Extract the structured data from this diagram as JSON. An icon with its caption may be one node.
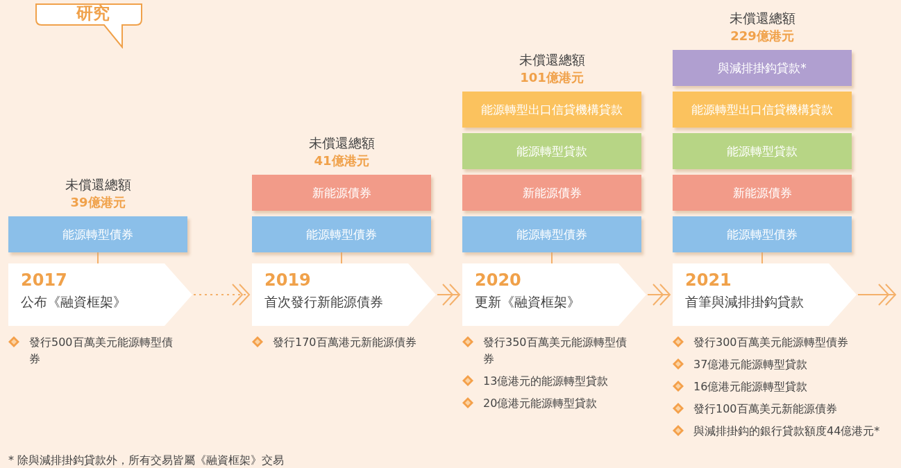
{
  "diagram": {
    "nodes": [
      {
        "text": [
          "研究"
        ]
      },
      {
        "text": [
          "能源轉型債券"
        ]
      },
      {
        "text": [
          "2017",
          "公布《融資框架》"
        ],
        "beside": [
          "發行500百萬美元能源轉型債券"
        ]
      },
      {
        "text": [
          "新能源債券"
        ]
      },
      {
        "text": [
          "能源轉型債券"
        ]
      },
      {
        "text": [
          "2019",
          "首次發行新能源債券"
        ],
        "beside": [
          "發行170百萬港元新能源債券"
        ]
      },
      {
        "text": [
          "能源轉型出口信貸機構貸款"
        ]
      },
      {
        "text": [
          "能源轉型貸款"
        ]
      },
      {
        "text": [
          "新能源債券"
        ]
      },
      {
        "text": [
          "能源轉型債券"
        ]
      },
      {
        "text": [
          "2020",
          "更新《融資框架》"
        ],
        "beside": [
          "發行350百萬美元能源轉型債券",
          "13億港元的能源轉型貸款",
          "20億港元能源轉型貸款"
        ]
      },
      {
        "text": [
          "與減排掛鈎貸款*"
        ]
      },
      {
        "text": [
          "能源轉型出口信貸機構貸款"
        ]
      },
      {
        "text": [
          "能源轉型貸款"
        ]
      },
      {
        "text": [
          "新能源債券"
        ]
      },
      {
        "text": [
          "能源轉型債券"
        ]
      },
      {
        "text": [
          "2021",
          "首筆與減排掛鈎貸款"
        ],
        "beside": [
          "發行300百萬美元能源轉型債券",
          "37億港元能源轉型貸款",
          "16億港元能源轉型貸款",
          "發行100百萬美元新能源債券",
          "與減排掛鈎的銀行貸款額度44億港元*"
        ]
      }
    ],
    "edges": [
      {
        "from": 1,
        "to": 2,
        "arrow": "none"
      },
      {
        "from": 4,
        "to": 5,
        "arrow": "none"
      },
      {
        "from": 9,
        "to": 10,
        "arrow": "none"
      },
      {
        "from": 15,
        "to": 16,
        "arrow": "none"
      },
      {
        "from": 2,
        "to": 5,
        "arrow": "to",
        "style": "dashed"
      },
      {
        "from": 5,
        "to": 10,
        "arrow": "to"
      },
      {
        "from": 10,
        "to": 16,
        "arrow": "to"
      },
      {
        "from": 16,
        "to": null,
        "arrow": "to"
      }
    ],
    "labels": [
      "未償還總額",
      "229億港元",
      "未償還總額",
      "101億港元",
      "未償還總額",
      "41億港元",
      "未償還總額",
      "39億港元",
      "* 除與減排掛鈎貸款外，所有交易皆屬《融資框架》交易"
    ]
  }
}
